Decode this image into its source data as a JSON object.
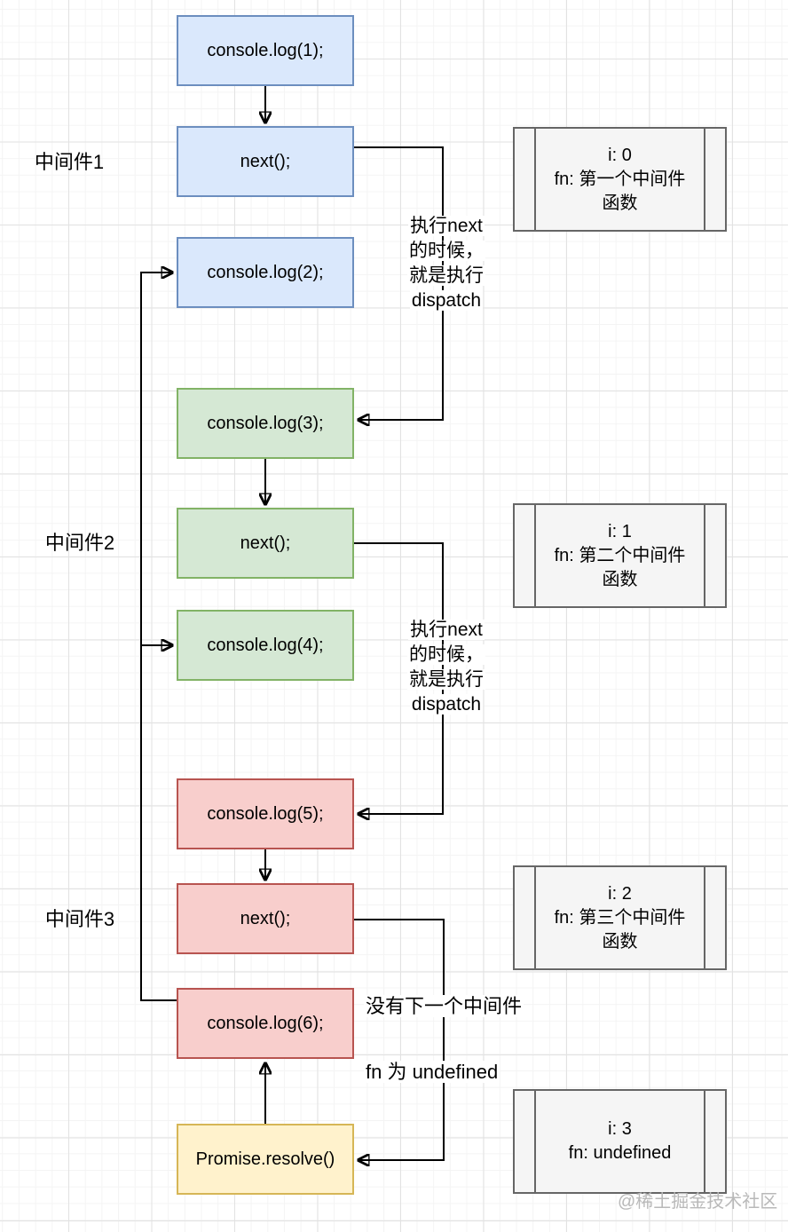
{
  "colors": {
    "blue-fill": "#dae8fc",
    "blue-stroke": "#6c8ebf",
    "green-fill": "#d5e8d4",
    "green-stroke": "#82b366",
    "red-fill": "#f8cecc",
    "red-stroke": "#b85450",
    "yellow-fill": "#fff2cc",
    "yellow-stroke": "#d6b656",
    "gray-fill": "#f5f5f5",
    "gray-stroke": "#666666",
    "line": "#000000",
    "text": "#000000",
    "watermark": "#b9b9b9"
  },
  "labels": {
    "middleware1": "中间件1",
    "middleware2": "中间件2",
    "middleware3": "中间件3"
  },
  "flow": {
    "log1": "console.log(1);",
    "next1": "next();",
    "log2": "console.log(2);",
    "log3": "console.log(3);",
    "next2": "next();",
    "log4": "console.log(4);",
    "log5": "console.log(5);",
    "next3": "next();",
    "log6": "console.log(6);",
    "promise": "Promise.resolve()"
  },
  "contexts": [
    {
      "lines": [
        "i: 0",
        "fn: 第一个中间件",
        "函数"
      ]
    },
    {
      "lines": [
        "i: 1",
        "fn: 第二个中间件",
        "函数"
      ]
    },
    {
      "lines": [
        "i: 2",
        "fn: 第三个中间件",
        "函数"
      ]
    },
    {
      "lines": [
        "i: 3",
        "fn: undefined"
      ]
    }
  ],
  "annotations": {
    "dispatch1": {
      "lines": [
        "执行next",
        "的时候，",
        "就是执行",
        "dispatch"
      ]
    },
    "dispatch2": {
      "lines": [
        "执行next",
        "的时候，",
        "就是执行",
        "dispatch"
      ]
    },
    "no_next": "没有下一个中间件",
    "fn_undefined": "fn 为 undefined"
  },
  "watermark": "@稀土掘金技术社区"
}
